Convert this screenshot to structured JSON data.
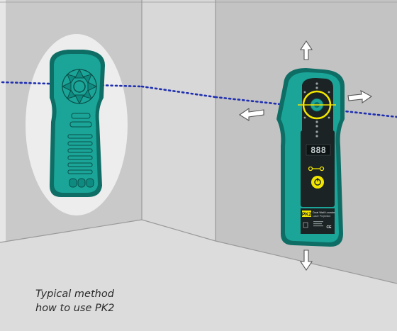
{
  "caption": {
    "line1": "Typical method",
    "line2": "how to use PK2"
  },
  "device": {
    "display_text": "888",
    "logo_text": "PK2",
    "label_line1": "Dual Wall Locator",
    "label_line2": "Laser Projection",
    "corner_mark": "CE"
  },
  "colors": {
    "wall_left": "#c9c9c9",
    "wall_back": "#d6d6d6",
    "wall_right": "#c2c2c2",
    "floor": "#dadada",
    "device_teal": "#1aa598",
    "device_dark": "#0e6e66",
    "panel": "#1c2324",
    "accent_yellow": "#f2e600",
    "laser_blue": "#1f2fb0"
  }
}
